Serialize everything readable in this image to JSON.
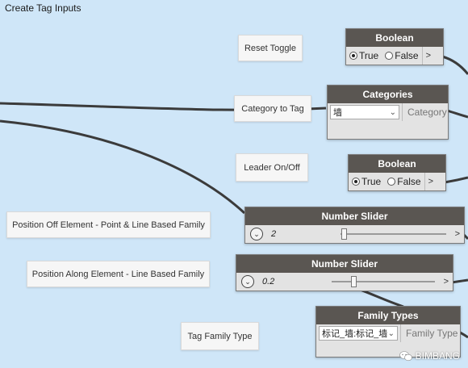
{
  "group": {
    "title": "Create Tag Inputs"
  },
  "notes": {
    "reset_toggle": "Reset Toggle",
    "category_to_tag": "Category to Tag",
    "leader_onoff": "Leader On/Off",
    "position_off_element": "Position Off Element - Point & Line Based Family",
    "position_along_element": "Position Along Element - Line Based Family",
    "tag_family_type": "Tag Family Type"
  },
  "nodes": {
    "boolean_1": {
      "title": "Boolean",
      "true_label": "True",
      "false_label": "False",
      "output": ">",
      "selected": "true"
    },
    "categories": {
      "title": "Categories",
      "selected_value": "墙",
      "output_label": "Category"
    },
    "boolean_2": {
      "title": "Boolean",
      "true_label": "True",
      "false_label": "False",
      "output": ">",
      "selected": "true"
    },
    "slider_1": {
      "title": "Number Slider",
      "value": "2",
      "output": ">",
      "position": 0.01
    },
    "slider_2": {
      "title": "Number Slider",
      "value": "0.2",
      "output": ">",
      "position": 0.2
    },
    "family_types": {
      "title": "Family Types",
      "selected_value": "标记_墙:标记_墙",
      "output_label": "Family Type"
    }
  },
  "watermark": {
    "text": "BIMBANG"
  },
  "colors": {
    "canvas": "#cfe6f8",
    "node_header": "#5a5652",
    "node_body": "#e3e3e3",
    "wire": "#3b3b3b"
  }
}
